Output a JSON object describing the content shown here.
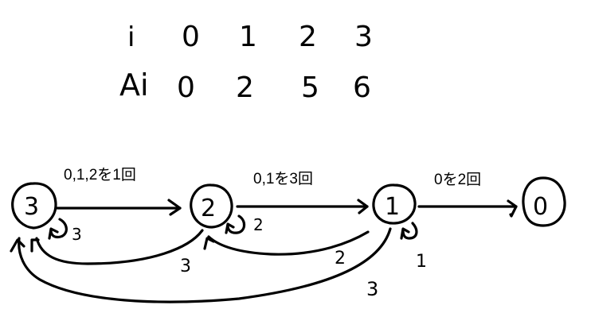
{
  "table": {
    "row_i": {
      "header": "i",
      "values": [
        "0",
        "1",
        "2",
        "3"
      ]
    },
    "row_a": {
      "header": "Ai",
      "values": [
        "0",
        "2",
        "5",
        "6"
      ]
    }
  },
  "nodes": [
    {
      "id": "3",
      "label": "3"
    },
    {
      "id": "2",
      "label": "2"
    },
    {
      "id": "1",
      "label": "1"
    },
    {
      "id": "0",
      "label": "0"
    }
  ],
  "forward_edges": [
    {
      "from": "3",
      "to": "2",
      "label": "0,1,2を1回"
    },
    {
      "from": "2",
      "to": "1",
      "label": "0,1を3回"
    },
    {
      "from": "1",
      "to": "0",
      "label": "0を2回"
    }
  ],
  "self_loops": [
    {
      "node": "3",
      "label": "3"
    },
    {
      "node": "2",
      "label": "2"
    },
    {
      "node": "1",
      "label": "1"
    }
  ],
  "back_edges": [
    {
      "from": "2",
      "to": "3",
      "label": "3"
    },
    {
      "from": "1",
      "to": "2",
      "label": "2"
    },
    {
      "from": "1",
      "to": "3",
      "label": "3"
    }
  ],
  "colors": {
    "ink": "#000000",
    "background": "#ffffff"
  }
}
